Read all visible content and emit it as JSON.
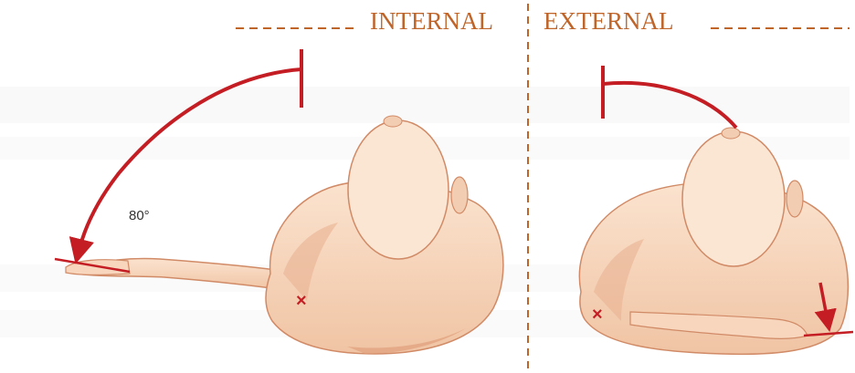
{
  "headings": {
    "internal": "INTERNAL",
    "external": "EXTERNAL"
  },
  "annotations": {
    "angle": "80°",
    "marker_left": "×",
    "marker_right": "×"
  },
  "colors": {
    "heading": "#c0652a",
    "arrow": "#c41e24",
    "skin": "#f7d6bd",
    "skin_shadow": "#e6a27e",
    "outline": "#d18a66",
    "divider": "#c0652a"
  }
}
